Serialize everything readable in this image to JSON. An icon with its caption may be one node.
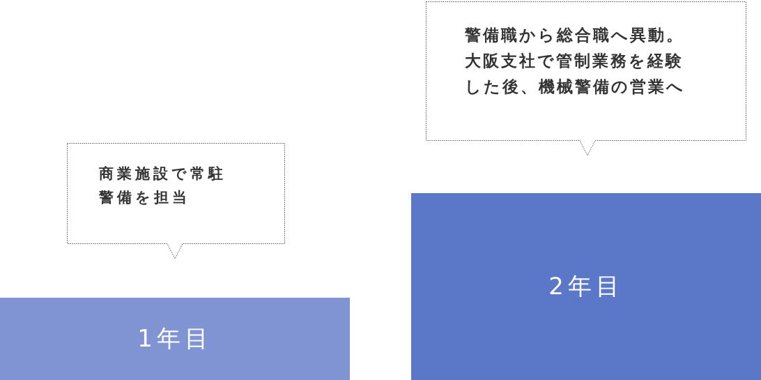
{
  "diagram": {
    "nodes": [
      {
        "text": [
          "商業施設で常駐警備を担当"
        ]
      },
      {
        "text": [
          "1年目"
        ]
      },
      {
        "text": [
          "警備職から総合職へ異動。大阪支社で管制業務を経験した後、機械警備の営業へ"
        ]
      },
      {
        "text": [
          "2年目"
        ]
      }
    ]
  }
}
